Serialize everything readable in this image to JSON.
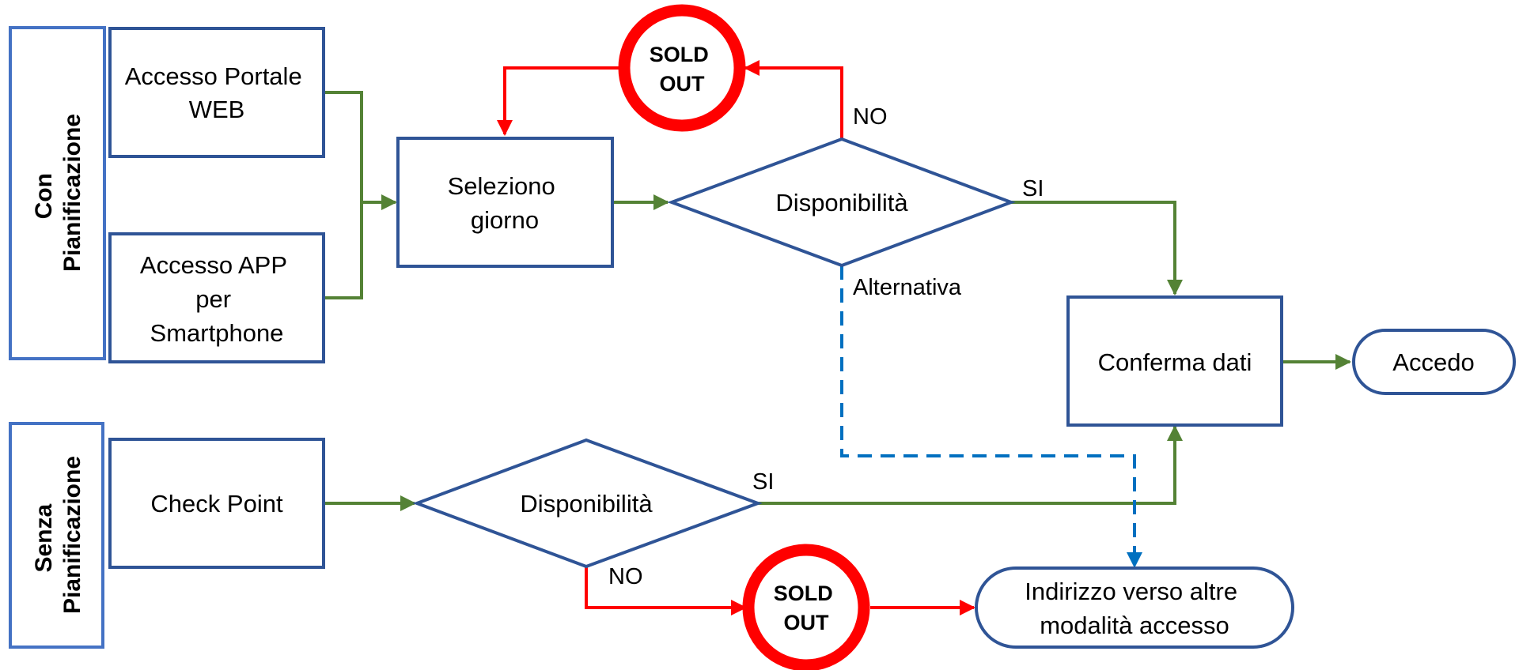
{
  "lanes": {
    "con": {
      "line1": "Con",
      "line2": "Pianificazione"
    },
    "senza": {
      "line1": "Senza",
      "line2": "Pianificazione"
    }
  },
  "nodes": {
    "portale_web": {
      "line1": "Accesso Portale",
      "line2": "WEB"
    },
    "app": {
      "line1": "Accesso APP",
      "line2": "per",
      "line3": "Smartphone"
    },
    "seleziono": {
      "line1": "Seleziono",
      "line2": "giorno"
    },
    "disponibilita_top": {
      "label": "Disponibilità"
    },
    "sold_out_top": {
      "line1": "SOLD",
      "line2": "OUT"
    },
    "conferma": {
      "label": "Conferma dati"
    },
    "accedo": {
      "label": "Accedo"
    },
    "check_point": {
      "label": "Check Point"
    },
    "disponibilita_bottom": {
      "label": "Disponibilità"
    },
    "sold_out_bottom": {
      "line1": "SOLD",
      "line2": "OUT"
    },
    "indirizzo": {
      "line1": "Indirizzo verso altre",
      "line2": "modalità accesso"
    }
  },
  "edge_labels": {
    "top_no": "NO",
    "top_si": "SI",
    "top_alternativa": "Alternativa",
    "bottom_si": "SI",
    "bottom_no": "NO"
  },
  "colors": {
    "box_border": "#2F5496",
    "lane_border": "#4472C4",
    "flow_green": "#548235",
    "flow_red": "#FF0000",
    "flow_blue_dashed": "#0070C0"
  }
}
